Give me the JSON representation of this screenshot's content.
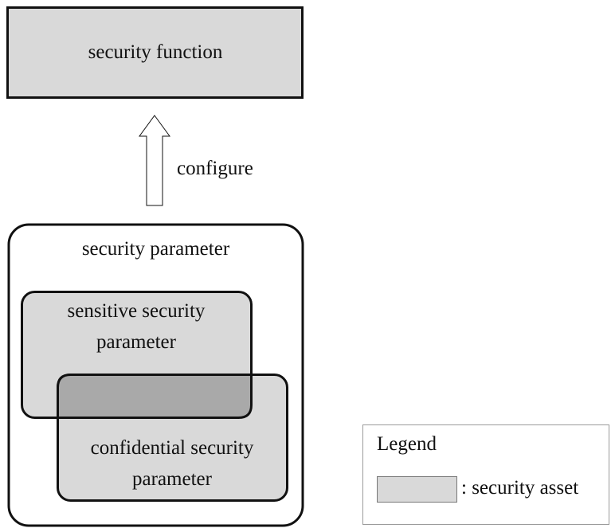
{
  "diagram": {
    "top_box": {
      "label": "security function"
    },
    "arrow": {
      "label": "configure"
    },
    "container": {
      "label": "security parameter"
    },
    "sensitive_box": {
      "line1": "sensitive security",
      "line2": "parameter"
    },
    "confidential_box": {
      "line1": "confidential security",
      "line2": "parameter"
    }
  },
  "legend": {
    "title": "Legend",
    "entry": ": security asset"
  },
  "colors": {
    "asset_fill": "#d9d9d9",
    "overlap_fill": "#a9a9a9",
    "stroke": "#111111"
  }
}
